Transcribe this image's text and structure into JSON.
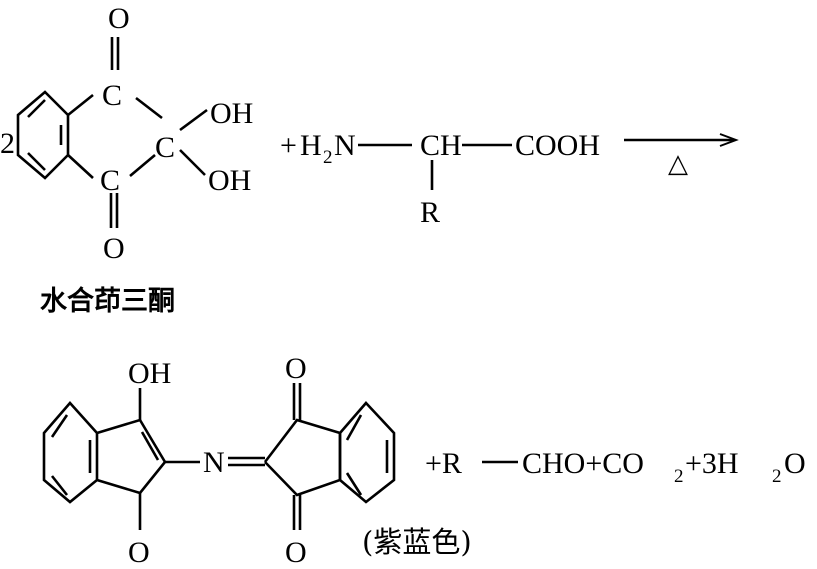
{
  "reactant1": {
    "ring_label": "2",
    "atom_c": "C",
    "atom_o": "O",
    "oh": "OH",
    "name": "水合茚三酮"
  },
  "reactant2": {
    "plus": "+",
    "h": "H",
    "h_sub": "2",
    "n": "N",
    "ch": "CH",
    "cooh": "COOH",
    "r": "R"
  },
  "condition": {
    "symbol": "△"
  },
  "product": {
    "oh": "OH",
    "n": "N",
    "o": "O",
    "color_note": "(紫蓝色)",
    "byproducts": {
      "part1": "+R",
      "part2": "CHO+CO",
      "co2_sub": "2",
      "part3": "+3H",
      "h2o_sub": "2",
      "part4": "O"
    }
  }
}
